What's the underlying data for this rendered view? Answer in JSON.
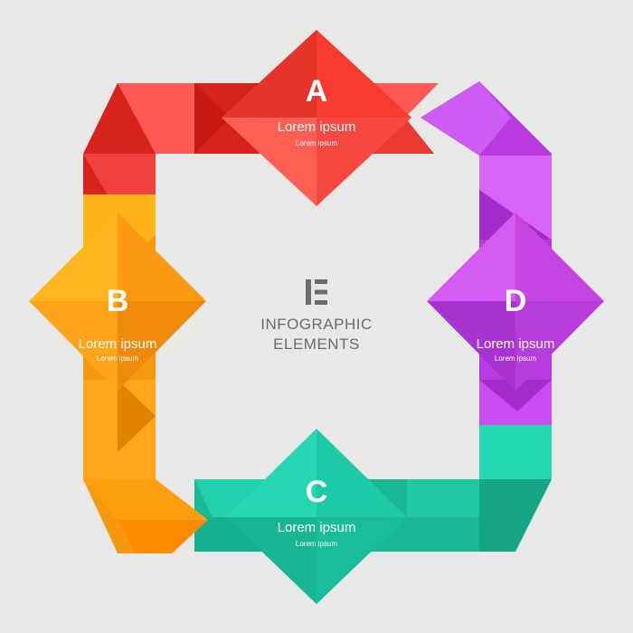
{
  "center": {
    "logo_icon": "elementor-logo-icon",
    "line1": "INFOGRAPHIC",
    "line2": "ELEMENTS"
  },
  "items": [
    {
      "letter": "A",
      "title": "Lorem ipsum",
      "sub": "Lorem ipsum",
      "color": "#e8302a"
    },
    {
      "letter": "B",
      "title": "Lorem ipsum",
      "sub": "Lorem ipsum",
      "color": "#fb9a12"
    },
    {
      "letter": "C",
      "title": "Lorem ipsum",
      "sub": "Lorem ipsum",
      "color": "#1ec9a5"
    },
    {
      "letter": "D",
      "title": "Lorem ipsum",
      "sub": "Lorem ipsum",
      "color": "#c445e0"
    }
  ]
}
